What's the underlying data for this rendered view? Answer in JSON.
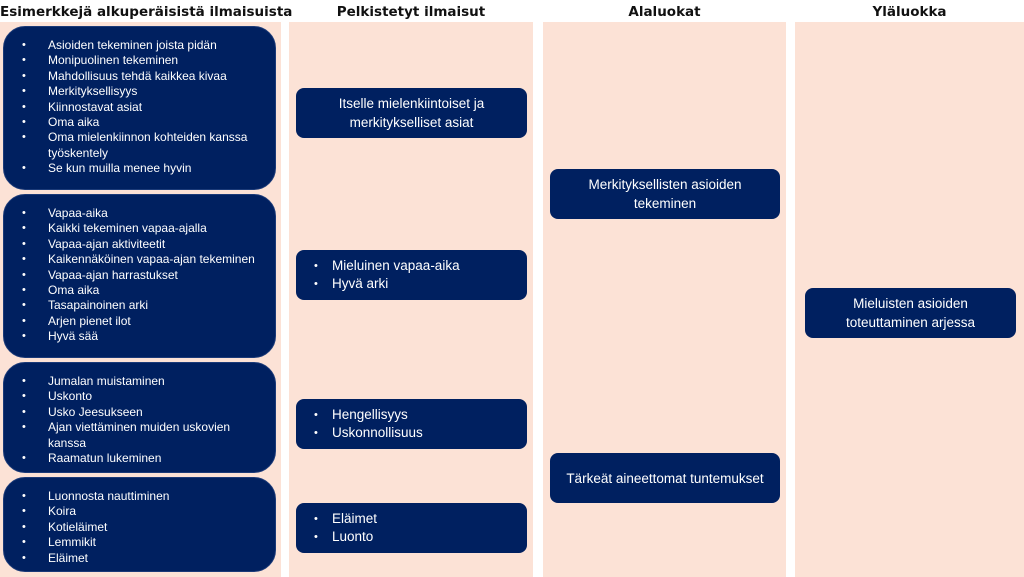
{
  "columns": [
    {
      "header": "Esimerkkejä alkuperäisistä ilmaisuista"
    },
    {
      "header": "Pelkistetyt ilmaisut"
    },
    {
      "header": "Alaluokat"
    },
    {
      "header": "Yläluokka"
    }
  ],
  "original_expressions": [
    {
      "items": [
        "Asioiden tekeminen joista pidän",
        "Monipuolinen tekeminen",
        "Mahdollisuus tehdä kaikkea kivaa",
        "Merkityksellisyys",
        "Kiinnostavat asiat",
        "Oma aika",
        "Oma mielenkiinnon kohteiden kanssa työskentely",
        "Se kun muilla menee hyvin"
      ]
    },
    {
      "items": [
        "Vapaa-aika",
        "Kaikki tekeminen vapaa-ajalla",
        "Vapaa-ajan aktiviteetit",
        "Kaikennäköinen vapaa-ajan tekeminen",
        "Vapaa-ajan harrastukset",
        "Oma aika",
        "Tasapainoinen arki",
        "Arjen pienet ilot",
        "Hyvä sää"
      ]
    },
    {
      "items": [
        "Jumalan muistaminen",
        "Uskonto",
        "Usko Jeesukseen",
        "Ajan viettäminen muiden uskovien kanssa",
        "Raamatun lukeminen"
      ]
    },
    {
      "items": [
        "Luonnosta nauttiminen",
        "Koira",
        "Kotieläimet",
        "Lemmikit",
        "Eläimet"
      ]
    }
  ],
  "reduced_expressions": [
    {
      "text": "Itselle mielenkiintoiset ja merkitykselliset asiat"
    },
    {
      "items": [
        "Mieluinen vapaa-aika",
        "Hyvä arki"
      ]
    },
    {
      "items": [
        "Hengellisyys",
        "Uskonnollisuus"
      ]
    },
    {
      "items": [
        "Eläimet",
        "Luonto"
      ]
    }
  ],
  "subcategories": [
    {
      "text": "Merkityksellisten asioiden tekeminen"
    },
    {
      "text": "Tärkeät aineettomat tuntemukset"
    }
  ],
  "main_category": {
    "text": "Mieluisten asioiden toteuttaminen arjessa"
  },
  "colors": {
    "panel": "#fce2d6",
    "box": "#002060",
    "box_text": "#ffffff",
    "header_text": "#111111"
  }
}
